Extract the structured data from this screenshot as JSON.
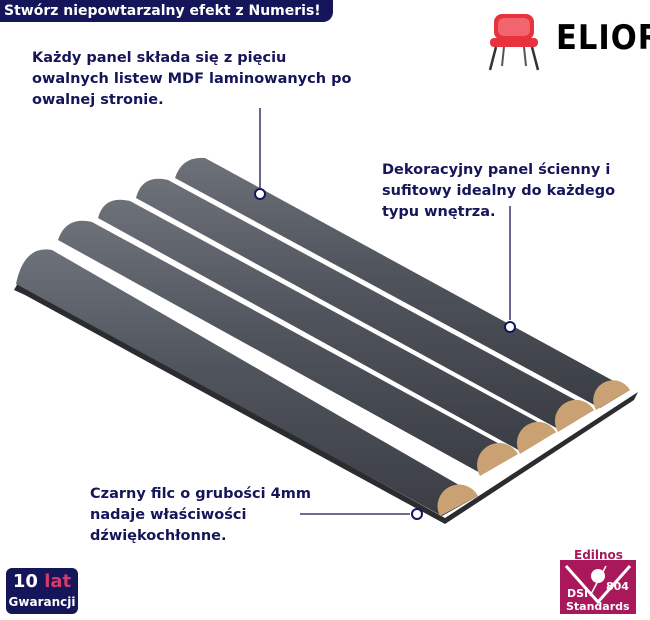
{
  "banner": {
    "text": "Stwórz niepowtarzalny efekt z Numeris!"
  },
  "logo": {
    "brand": "ELIOR",
    "icon": "chair-icon",
    "accent": "#e8333f"
  },
  "callouts": {
    "slats": "Każdy panel składa się z pięciu owalnych listew MDF laminowanych po owalnej stronie.",
    "decorative": "Dekoracyjny panel ścienny i sufitowy idealny do każdego typu wnętrza.",
    "felt": "Czarny filc o grubości 4mm nadaje właściwości dźwiękochłonne."
  },
  "warranty": {
    "years": "10",
    "unit": "lat",
    "label": "Gwarancji"
  },
  "certificate": {
    "top": "Edilnos",
    "dsi": "DSI",
    "number": "804",
    "label": "Standards"
  },
  "colors": {
    "brand_navy": "#15155a",
    "slat_gray": "#4b4f57",
    "mdf": "#c9a172",
    "cert_magenta": "#a8185a"
  }
}
